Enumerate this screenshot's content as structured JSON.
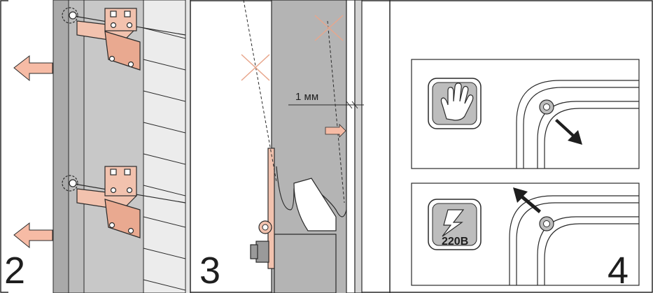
{
  "steps": {
    "step2": "2",
    "step3": "3",
    "step4": "4"
  },
  "gap_label": "1 мм",
  "voltage_label": "220В",
  "icons": {
    "hand": "hand-icon",
    "voltage": "lightning-icon"
  },
  "colors": {
    "panel_gray": "#b4b4b4",
    "panel_light": "#d8d8d8",
    "copper": "#f2c2ae",
    "arrow_fill": "#f6bba5",
    "outline": "#2a2a2a"
  }
}
